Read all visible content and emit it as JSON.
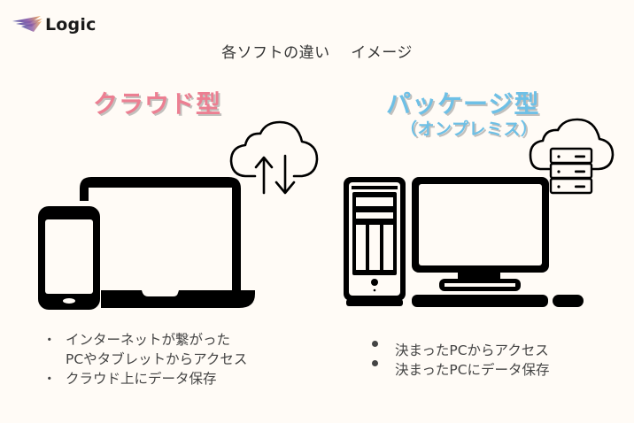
{
  "brand": {
    "name": "Logic",
    "logo_icon": "logo-swoosh-icon"
  },
  "title": {
    "left": "各ソフトの違い",
    "right": "イメージ"
  },
  "cloud": {
    "heading": "クラウド型",
    "color": "#ec7f92",
    "icons": [
      "cloud-sync-icon",
      "laptop-icon",
      "smartphone-icon"
    ],
    "bullets": [
      {
        "line1": "インターネットが繋がった",
        "line2": "PCやタブレットからアクセス"
      },
      {
        "line1": "クラウド上にデータ保存",
        "line2": ""
      }
    ],
    "bullet_glyph": "・"
  },
  "package": {
    "heading": "パッケージ型",
    "subheading": "（オンプレミス）",
    "color": "#6ec0e6",
    "icons": [
      "cloud-server-icon",
      "desktop-tower-icon",
      "monitor-icon",
      "keyboard-icon",
      "mouse-icon"
    ],
    "bullets": [
      "決まったPCからアクセス",
      "決まったPCにデータ保存"
    ]
  }
}
